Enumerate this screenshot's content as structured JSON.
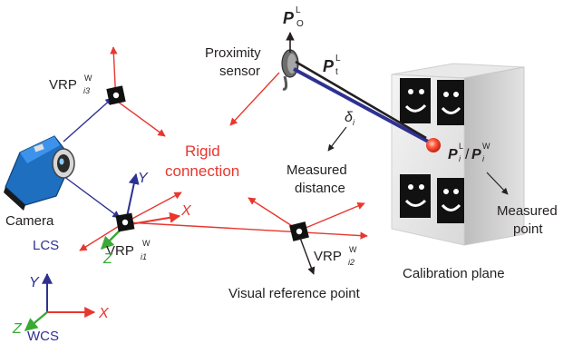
{
  "labels": {
    "vrp_main": "VRP",
    "vrp_sup": "W",
    "vrp_i3_sub": "i3",
    "vrp_i1_sub": "i1",
    "vrp_i2_sub": "i2",
    "camera": "Camera",
    "lcs": "LCS",
    "wcs": "WCS",
    "axis_x": "X",
    "axis_y": "Y",
    "axis_z": "Z",
    "rigid_line1": "Rigid",
    "rigid_line2": "connection",
    "proximity_line1": "Proximity",
    "proximity_line2": "sensor",
    "p_symbol": "P",
    "p_o_sub": "O",
    "p_t_sub": "t",
    "sup_l": "L",
    "delta": "δ",
    "delta_sub": "i",
    "pi_sub": "i",
    "slash": "/",
    "measured_distance_line1": "Measured",
    "measured_distance_line2": "distance",
    "measured_point_line1": "Measured",
    "measured_point_line2": "point",
    "calibration_plane": "Calibration plane",
    "visual_reference_point": "Visual reference point"
  },
  "colors": {
    "red": "#e8372f",
    "blue": "#2e3192",
    "green": "#3aa935",
    "black": "#231f20",
    "rigid_text": "#e8372f"
  },
  "icons": [
    "camera-icon",
    "proximity-sensor-icon",
    "calibration-plane-icon",
    "marker-icon"
  ]
}
